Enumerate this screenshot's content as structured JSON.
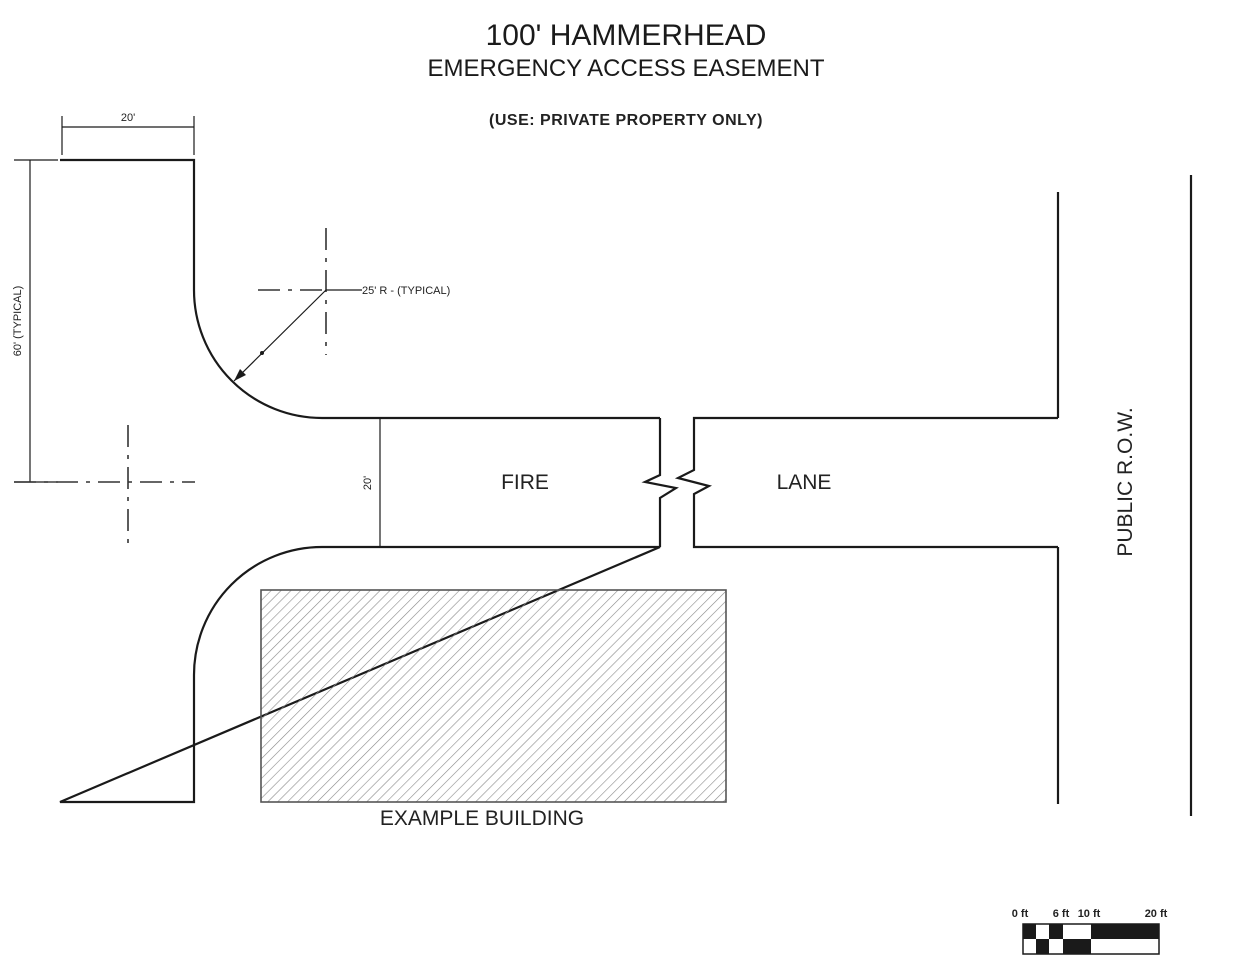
{
  "drawing": {
    "title": "100' HAMMERHEAD",
    "subtitle": "EMERGENCY ACCESS EASEMENT",
    "note": "(USE:   PRIVATE PROPERTY ONLY)"
  },
  "dimensions": {
    "top_width": "20'",
    "side_length": "60' (TYPICAL)",
    "radius": "25' R - (TYPICAL)",
    "lane_width": "20'"
  },
  "labels": {
    "fire": "FIRE",
    "lane": "LANE",
    "row": "PUBLIC R.O.W.",
    "building": "EXAMPLE BUILDING"
  },
  "scale_bar": {
    "ticks": [
      "0 ft",
      "6 ft",
      "10 ft",
      "20 ft"
    ]
  }
}
